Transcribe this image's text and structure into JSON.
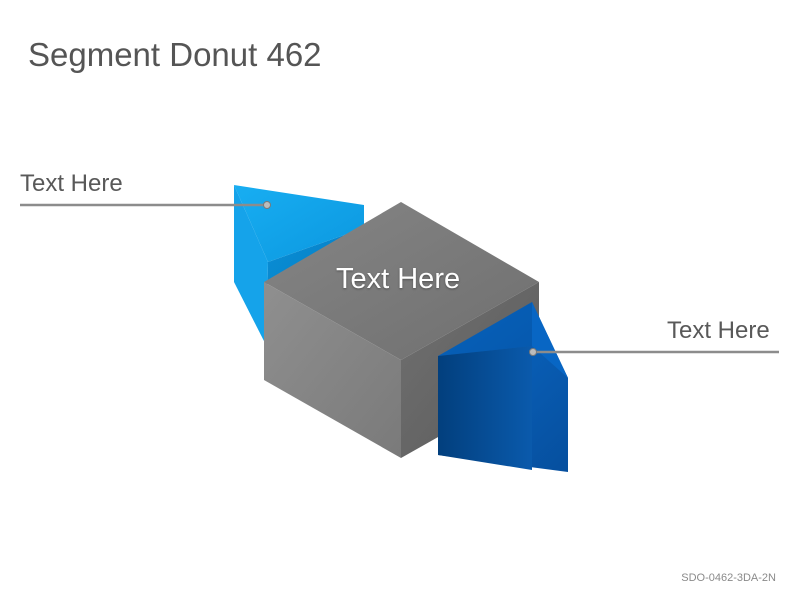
{
  "title": "Segment Donut 462",
  "center": {
    "label": "Text Here"
  },
  "segments": [
    {
      "label": "Text Here"
    },
    {
      "label": "Text Here"
    }
  ],
  "footer": {
    "code": "SDO-0462-3DA-2N"
  },
  "colors": {
    "cube_top": "#7c7c7c",
    "cube_front": "#8a8a8a",
    "cube_side": "#6a6a6a",
    "segment_light_blue": "#1aa5ea",
    "segment_dark_blue": "#0a5db0",
    "callout_line": "#8c8c8c"
  }
}
